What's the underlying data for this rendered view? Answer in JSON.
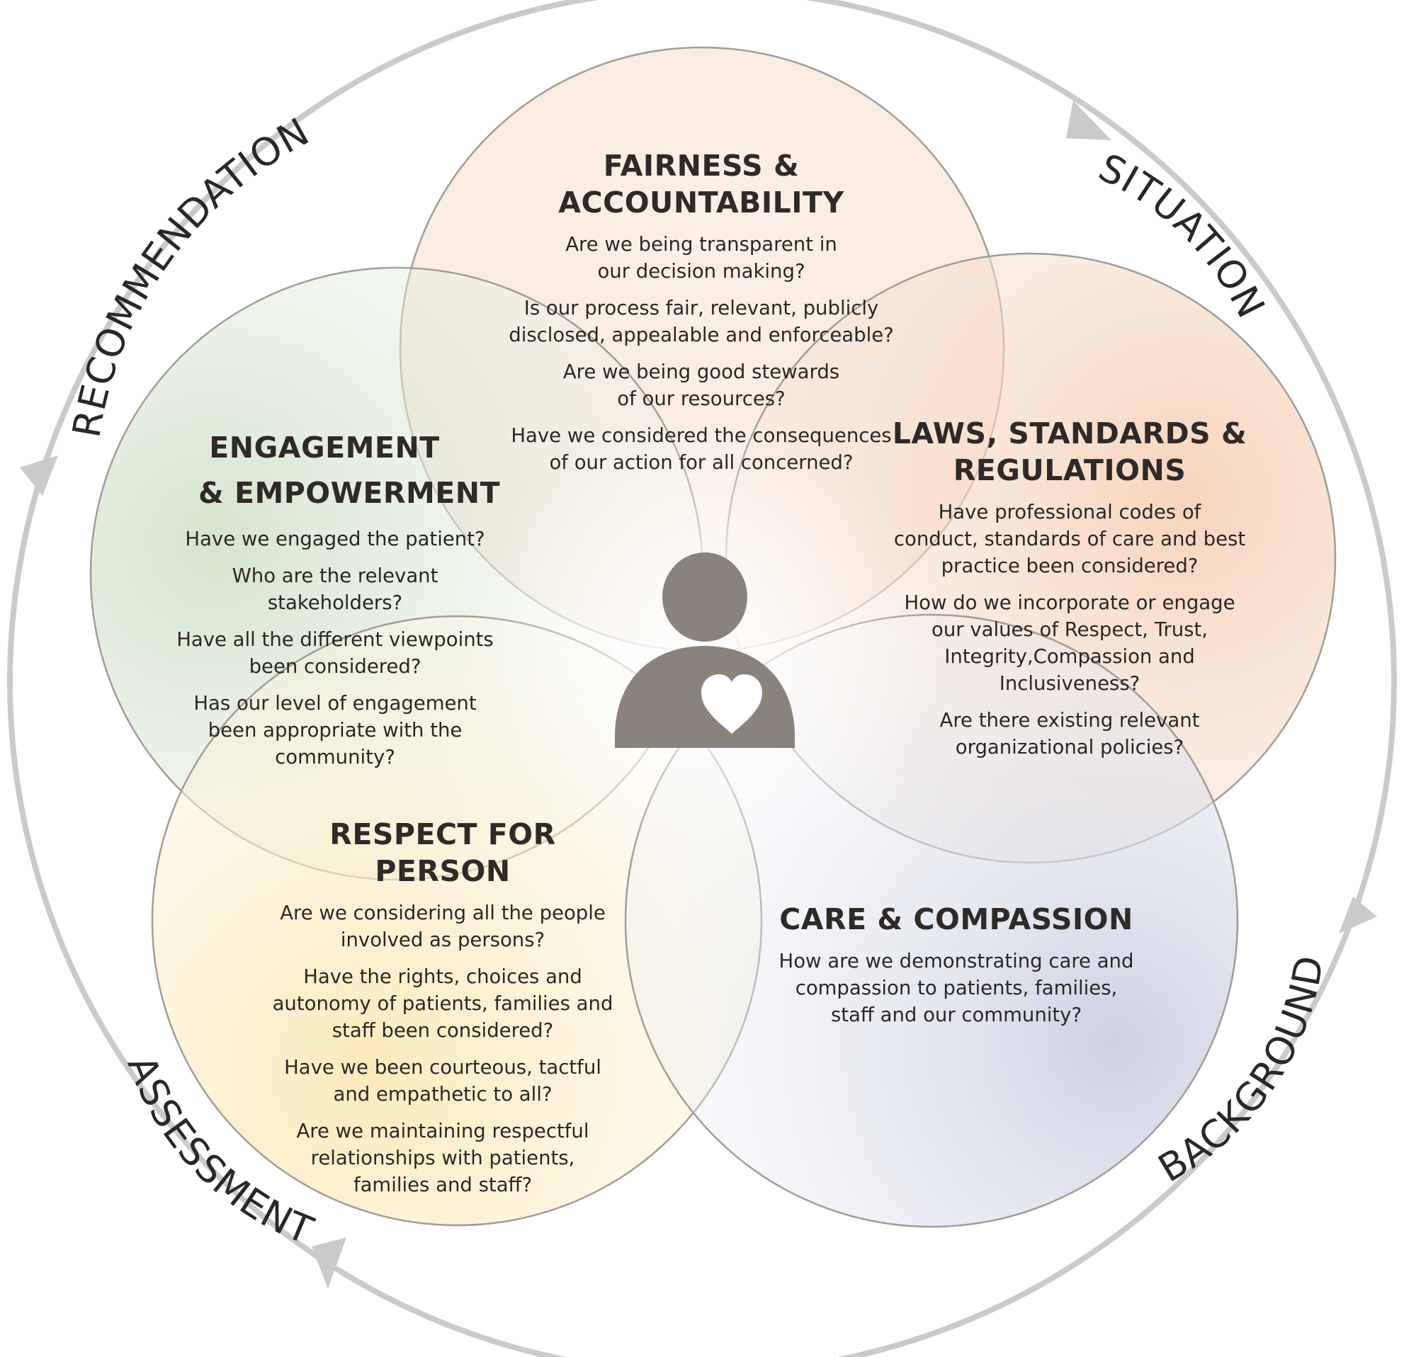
{
  "colors": {
    "ring": "#cccac9",
    "person": "#8a827d",
    "text": "#2b2724",
    "fairness_fill": "#f8e5d6",
    "laws_fill": "#f3cfb3",
    "engagement_fill": "#cfe0c6",
    "respect_fill": "#fbeaba",
    "care_fill": "#cdd0e2"
  },
  "cycle_labels": {
    "situation": "SITUATION",
    "background": "BACKGROUND",
    "assessment": "ASSESSMENT",
    "recommendation": "RECOMMENDATION"
  },
  "center_icon": "person-with-heart-icon",
  "circles": {
    "fairness": {
      "heading": [
        "FAIRNESS &",
        "ACCOUNTABILITY"
      ],
      "questions": [
        [
          "Are we being transparent in",
          "our decision making?"
        ],
        [
          "Is our process fair, relevant, publicly",
          "disclosed, appealable and enforceable?"
        ],
        [
          "Are we being good stewards",
          "of our resources?"
        ],
        [
          "Have we considered the consequences",
          "of our action for all concerned?"
        ]
      ]
    },
    "engagement": {
      "heading": [
        "ENGAGEMENT",
        "& EMPOWERMENT"
      ],
      "questions": [
        [
          "Have we engaged the patient?"
        ],
        [
          "Who are the relevant",
          "stakeholders?"
        ],
        [
          "Have all the different viewpoints",
          "been considered?"
        ],
        [
          "Has our level of engagement",
          "been appropriate with the",
          "community?"
        ]
      ]
    },
    "laws": {
      "heading": [
        "LAWS, STANDARDS &",
        "REGULATIONS"
      ],
      "questions": [
        [
          "Have professional codes of",
          "conduct, standards of care and best",
          "practice  been considered?"
        ],
        [
          "How do we incorporate or engage",
          "our values of Respect, Trust,",
          "Integrity,Compassion and",
          "Inclusiveness?"
        ],
        [
          "Are there existing relevant",
          "organizational policies?"
        ]
      ]
    },
    "respect": {
      "heading": [
        "RESPECT FOR PERSON"
      ],
      "questions": [
        [
          "Are we considering all the people",
          "involved as persons?"
        ],
        [
          "Have the rights, choices and",
          "autonomy of patients, families and",
          "staff been considered?"
        ],
        [
          "Have we been courteous, tactful",
          "and empathetic to all?"
        ],
        [
          "Are we maintaining respectful",
          "relationships with patients,",
          "families and staff?"
        ]
      ]
    },
    "care": {
      "heading": [
        "CARE & COMPASSION"
      ],
      "questions": [
        [
          "How are we demonstrating care and",
          "compassion to patients, families,",
          "staff and our community?"
        ]
      ]
    }
  }
}
